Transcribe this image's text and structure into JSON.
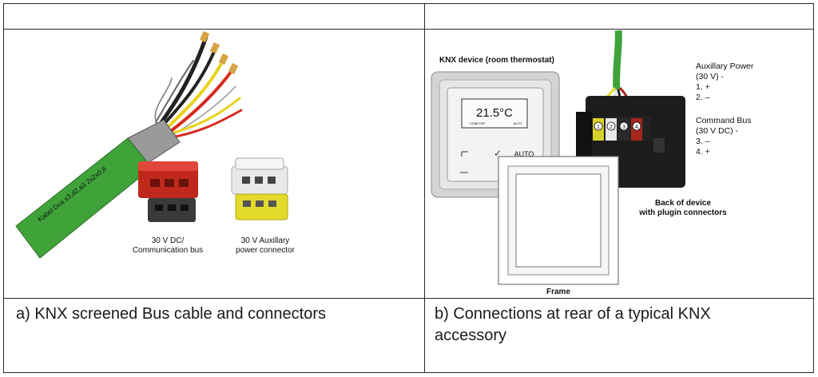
{
  "left_panel": {
    "cable_print": "Kabel Dca s3,d2,a3 2x2x0,8",
    "connector_red_label_1": "30 V DC/",
    "connector_red_label_2": "Communication bus",
    "connector_yellow_label_1": "30 V Auxillary",
    "connector_yellow_label_2": "power connector",
    "caption": "a) KNX screened Bus cable and connectors"
  },
  "right_panel": {
    "device_title": "KNX device (room thermostat)",
    "display_temp": "21.5°C",
    "display_mode_left": "COMFORT",
    "display_mode_right": "AUTO",
    "auto_label": "AUTO",
    "check_mark": "✓",
    "aux_power_lines": [
      "Auxillary Power",
      "(30 V) -",
      "1. +",
      "2. –"
    ],
    "command_bus_lines": [
      "Command Bus",
      "(30 V DC) -",
      "3. –",
      "4. +"
    ],
    "terminal_numbers": [
      "1",
      "2",
      "3",
      "4"
    ],
    "back_label_1": "Back of device",
    "back_label_2": "with plugin connectors",
    "frame_label": "Frame",
    "caption_line_1": "b) Connections at rear of a typical KNX",
    "caption_line_2": "accessory"
  },
  "colors": {
    "cable_green": "#3fa33a",
    "connector_red": "#c0281c",
    "connector_yellow": "#e3da2c",
    "terminal_red": "#a5261b"
  }
}
